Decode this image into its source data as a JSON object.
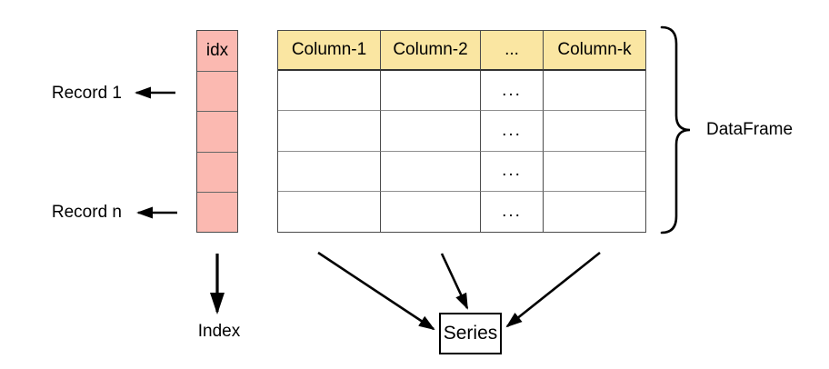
{
  "index_column": {
    "header": "idx",
    "cells": [
      "",
      "",
      "",
      ""
    ],
    "fill": "#fbb9b1"
  },
  "table": {
    "columns": [
      "Column-1",
      "Column-2",
      "...",
      "Column-k"
    ],
    "rows": [
      [
        "",
        "",
        "...",
        ""
      ],
      [
        "",
        "",
        "...",
        ""
      ],
      [
        "",
        "",
        "...",
        ""
      ],
      [
        "",
        "",
        "...",
        ""
      ]
    ],
    "header_fill": "#fae6a2"
  },
  "labels": {
    "record_first": "Record 1",
    "record_last": "Record n",
    "index": "Index",
    "dataframe": "DataFrame",
    "series": "Series"
  },
  "colors": {
    "index_fill": "#fbb9b1",
    "header_fill": "#fae6a2",
    "grid_dark": "#4a4a4a",
    "grid_light": "#8f8f8f",
    "arrow": "#000000"
  }
}
